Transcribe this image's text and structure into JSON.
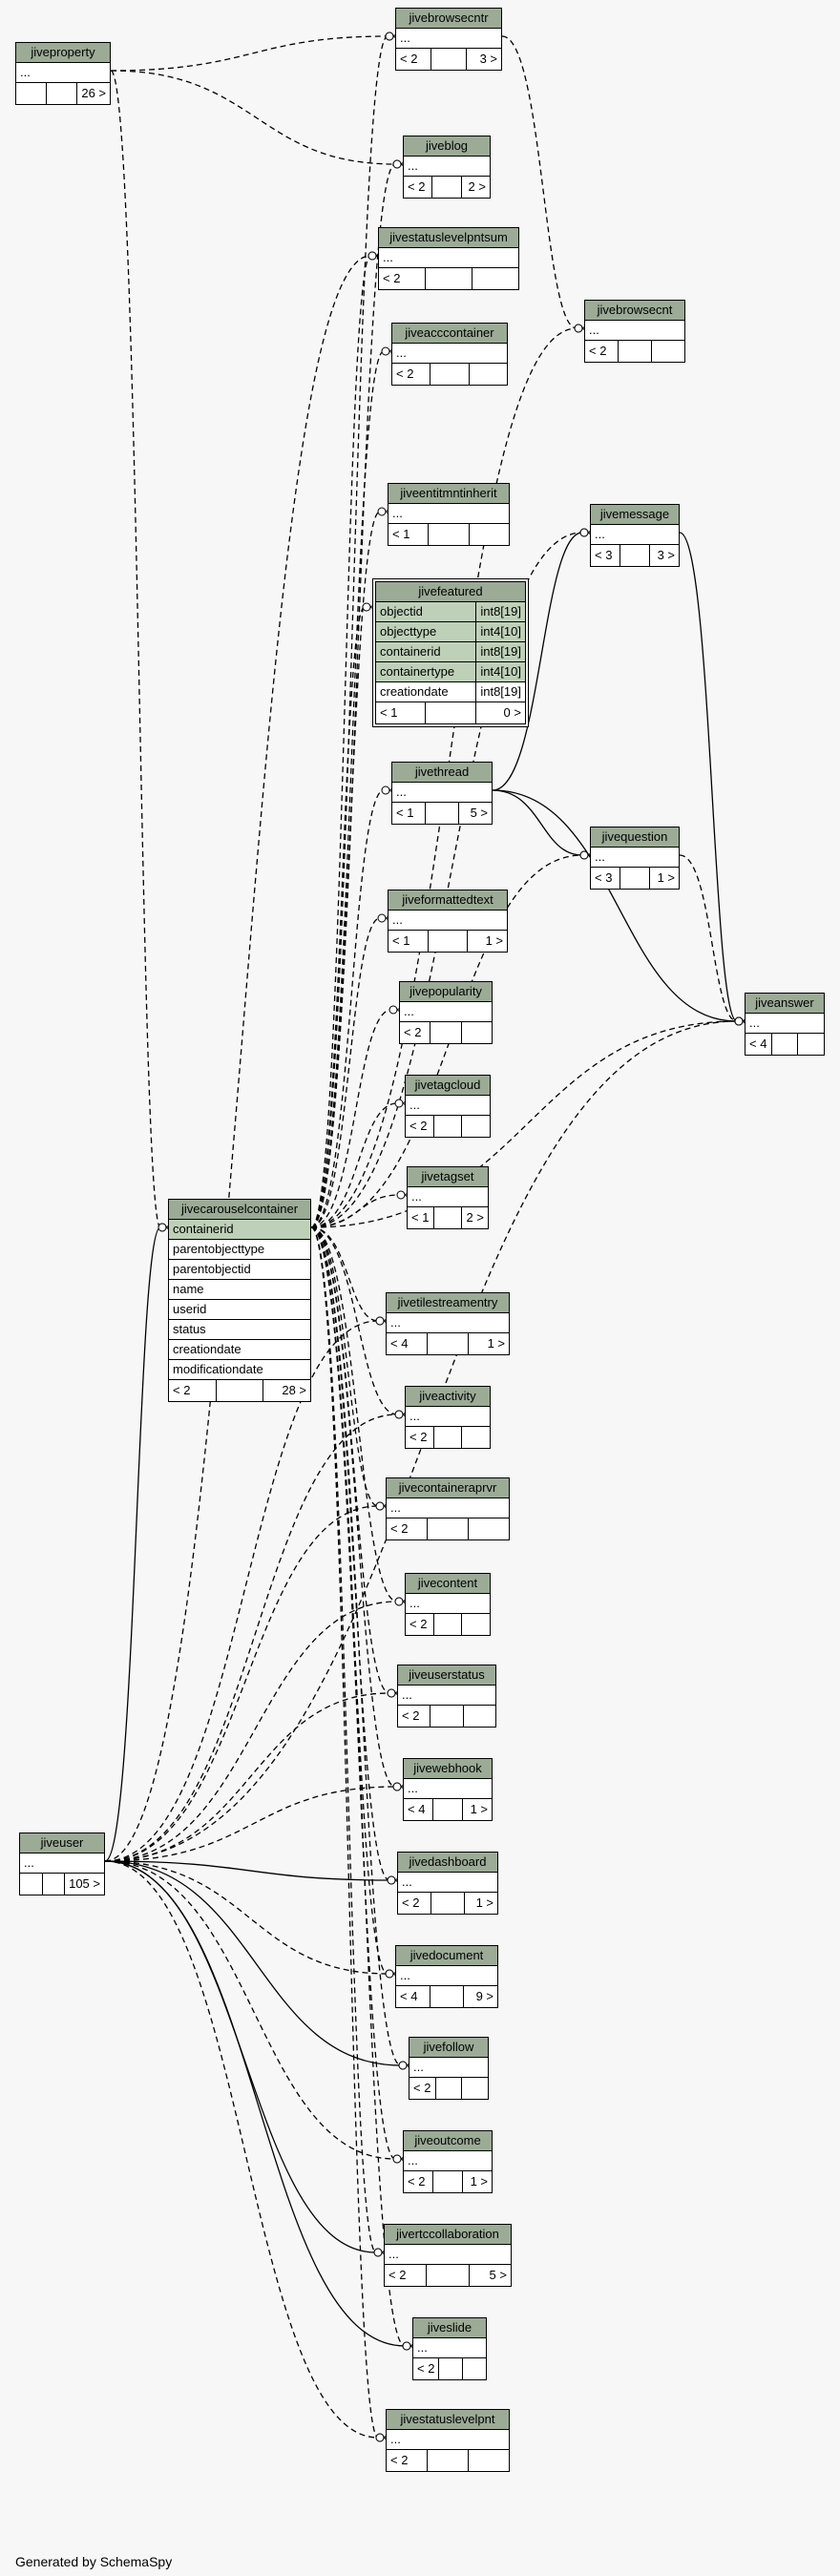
{
  "footer": "Generated by SchemaSpy",
  "colors": {
    "header": "#9bab96",
    "pk": "#bed1b8",
    "bg": "#f7f7f7"
  },
  "tables": [
    {
      "id": "jiveproperty",
      "name": "jiveproperty",
      "rows": [
        "..."
      ],
      "footer": [
        "",
        "",
        "26 >"
      ]
    },
    {
      "id": "jivebrowsecntr",
      "name": "jivebrowsecntr",
      "rows": [
        "..."
      ],
      "footer": [
        "< 2",
        "",
        "3 >"
      ]
    },
    {
      "id": "jiveblog",
      "name": "jiveblog",
      "rows": [
        "..."
      ],
      "footer": [
        "< 2",
        "",
        "2 >"
      ]
    },
    {
      "id": "jivestatuslevelpntsum",
      "name": "jivestatuslevelpntsum",
      "rows": [
        "..."
      ],
      "footer": [
        "< 2",
        "",
        ""
      ]
    },
    {
      "id": "jivebrowsecnt",
      "name": "jivebrowsecnt",
      "rows": [
        "..."
      ],
      "footer": [
        "< 2",
        "",
        ""
      ]
    },
    {
      "id": "jiveacccontainer",
      "name": "jiveacccontainer",
      "rows": [
        "..."
      ],
      "footer": [
        "< 2",
        "",
        ""
      ]
    },
    {
      "id": "jiveentitmntinherit",
      "name": "jiveentitmntinherit",
      "rows": [
        "..."
      ],
      "footer": [
        "< 1",
        "",
        ""
      ]
    },
    {
      "id": "jivemessage",
      "name": "jivemessage",
      "rows": [
        "..."
      ],
      "footer": [
        "< 3",
        "",
        "3 >"
      ]
    },
    {
      "id": "jivefeatured",
      "name": "jivefeatured",
      "focus": true,
      "cols": [
        {
          "name": "objectid",
          "type": "int8[19]",
          "pk": true
        },
        {
          "name": "objecttype",
          "type": "int4[10]",
          "pk": true
        },
        {
          "name": "containerid",
          "type": "int8[19]",
          "pk": true
        },
        {
          "name": "containertype",
          "type": "int4[10]",
          "pk": true
        },
        {
          "name": "creationdate",
          "type": "int8[19]",
          "pk": false
        }
      ],
      "footer": [
        "< 1",
        "",
        "0 >"
      ]
    },
    {
      "id": "jivethread",
      "name": "jivethread",
      "rows": [
        "..."
      ],
      "footer": [
        "< 1",
        "",
        "5 >"
      ]
    },
    {
      "id": "jivequestion",
      "name": "jivequestion",
      "rows": [
        "..."
      ],
      "footer": [
        "< 3",
        "",
        "1 >"
      ]
    },
    {
      "id": "jiveformattedtext",
      "name": "jiveformattedtext",
      "rows": [
        "..."
      ],
      "footer": [
        "< 1",
        "",
        "1 >"
      ]
    },
    {
      "id": "jiveanswer",
      "name": "jiveanswer",
      "rows": [
        "..."
      ],
      "footer": [
        "< 4",
        "",
        ""
      ]
    },
    {
      "id": "jivepopularity",
      "name": "jivepopularity",
      "rows": [
        "..."
      ],
      "footer": [
        "< 2",
        "",
        ""
      ]
    },
    {
      "id": "jivetagcloud",
      "name": "jivetagcloud",
      "rows": [
        "..."
      ],
      "footer": [
        "< 2",
        "",
        ""
      ]
    },
    {
      "id": "jivetagset",
      "name": "jivetagset",
      "rows": [
        "..."
      ],
      "footer": [
        "< 1",
        "",
        "2 >"
      ]
    },
    {
      "id": "jivecarouselcontainer",
      "name": "jivecarouselcontainer",
      "cols": [
        {
          "name": "containerid",
          "pk": true
        },
        {
          "name": "parentobjecttype"
        },
        {
          "name": "parentobjectid"
        },
        {
          "name": "name"
        },
        {
          "name": "userid"
        },
        {
          "name": "status"
        },
        {
          "name": "creationdate"
        },
        {
          "name": "modificationdate"
        }
      ],
      "footer": [
        "< 2",
        "",
        "28 >"
      ]
    },
    {
      "id": "jivetilestreamentry",
      "name": "jivetilestreamentry",
      "rows": [
        "..."
      ],
      "footer": [
        "< 4",
        "",
        "1 >"
      ]
    },
    {
      "id": "jiveactivity",
      "name": "jiveactivity",
      "rows": [
        "..."
      ],
      "footer": [
        "< 2",
        "",
        ""
      ]
    },
    {
      "id": "jivecontaineraprvr",
      "name": "jivecontaineraprvr",
      "rows": [
        "..."
      ],
      "footer": [
        "< 2",
        "",
        ""
      ]
    },
    {
      "id": "jivecontent",
      "name": "jivecontent",
      "rows": [
        "..."
      ],
      "footer": [
        "< 2",
        "",
        ""
      ]
    },
    {
      "id": "jiveuserstatus",
      "name": "jiveuserstatus",
      "rows": [
        "..."
      ],
      "footer": [
        "< 2",
        "",
        ""
      ]
    },
    {
      "id": "jivewebhook",
      "name": "jivewebhook",
      "rows": [
        "..."
      ],
      "footer": [
        "< 4",
        "",
        "1 >"
      ]
    },
    {
      "id": "jiveuser",
      "name": "jiveuser",
      "rows": [
        "..."
      ],
      "footer": [
        "",
        "",
        "105 >"
      ]
    },
    {
      "id": "jivedashboard",
      "name": "jivedashboard",
      "rows": [
        "..."
      ],
      "footer": [
        "< 2",
        "",
        "1 >"
      ]
    },
    {
      "id": "jivedocument",
      "name": "jivedocument",
      "rows": [
        "..."
      ],
      "footer": [
        "< 4",
        "",
        "9 >"
      ]
    },
    {
      "id": "jivefollow",
      "name": "jivefollow",
      "rows": [
        "..."
      ],
      "footer": [
        "< 2",
        "",
        ""
      ]
    },
    {
      "id": "jiveoutcome",
      "name": "jiveoutcome",
      "rows": [
        "..."
      ],
      "footer": [
        "< 2",
        "",
        "1 >"
      ]
    },
    {
      "id": "jivertccollaboration",
      "name": "jivertccollaboration",
      "rows": [
        "..."
      ],
      "footer": [
        "< 2",
        "",
        "5 >"
      ]
    },
    {
      "id": "jiveslide",
      "name": "jiveslide",
      "rows": [
        "..."
      ],
      "footer": [
        "< 2",
        "",
        ""
      ]
    },
    {
      "id": "jivestatuslevelpnt",
      "name": "jivestatuslevelpnt",
      "rows": [
        "..."
      ],
      "footer": [
        "< 2",
        "",
        ""
      ]
    }
  ]
}
